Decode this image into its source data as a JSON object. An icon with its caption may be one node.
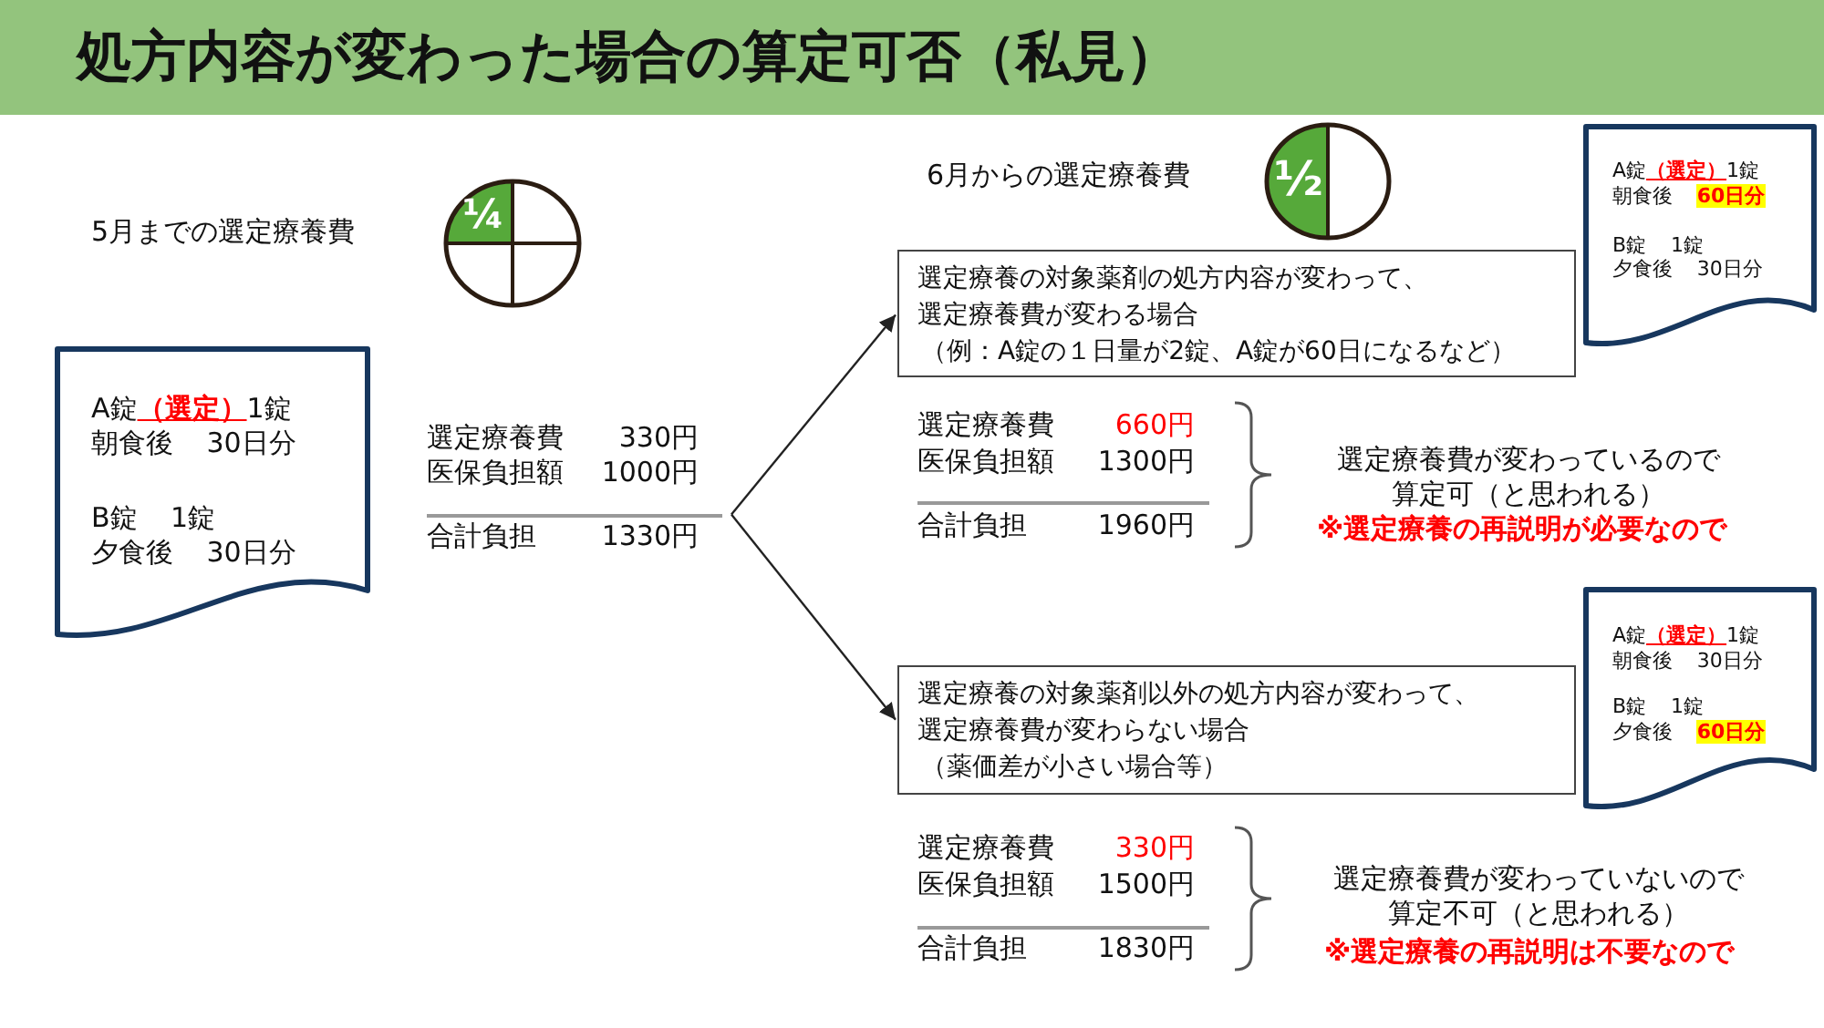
{
  "diagram": {
    "title": "処方内容が変わった場合の算定可否（私見）",
    "nodes": [
      {
        "text": [
          "¼"
        ]
      },
      {
        "text": [
          "A錠**（選定）**1錠",
          "朝食後 30日分",
          "B錠 1錠",
          "夕食後 30日分"
        ]
      },
      {
        "text": [
          "選定療養費",
          "330円",
          "医保負担額",
          "1000円",
          "合計負担",
          "1330円"
        ]
      },
      {
        "text": [
          "½"
        ]
      },
      {
        "text": [
          "選定療養の対象薬剤の処方内容が変わって、選定療養費が変わる場合",
          "（例：A錠の１日量が2錠、A錠が60日になるなど）"
        ]
      },
      {
        "text": [
          "A錠**（選定）**1錠",
          "朝食後 **60日分**",
          "B錠 1錠",
          "夕食後 30日分"
        ]
      },
      {
        "text": [
          "選定療養の対象薬剤以外の処方内容が変わって、選定療養費が変わらない場合",
          "（薬価差が小さい場合等）"
        ]
      },
      {
        "text": [
          "A錠**（選定）**1錠",
          "朝食後 30日分",
          "B錠 1錠",
          "夕食後 **60日分**"
        ]
      }
    ],
    "edges": [
      {
        "from": 2,
        "to": 4,
        "arrow": "to"
      },
      {
        "from": 2,
        "to": 6,
        "arrow": "to"
      }
    ],
    "labels": [
      "5月までの選定療養費",
      "6月からの選定療養費",
      "選定療養費",
      "660円",
      "医保負担額",
      "1300円",
      "合計負担",
      "1960円",
      "選定療養費が変わっているので算定可（と思われる）",
      "※選定療養の再説明が必要なので",
      "選定療養費",
      "330円",
      "医保負担額",
      "1500円",
      "合計負担",
      "1830円",
      "選定療養費が変わっていないので算定不可（と思われる）",
      "※選定療養の再説明は不要なので"
    ]
  }
}
